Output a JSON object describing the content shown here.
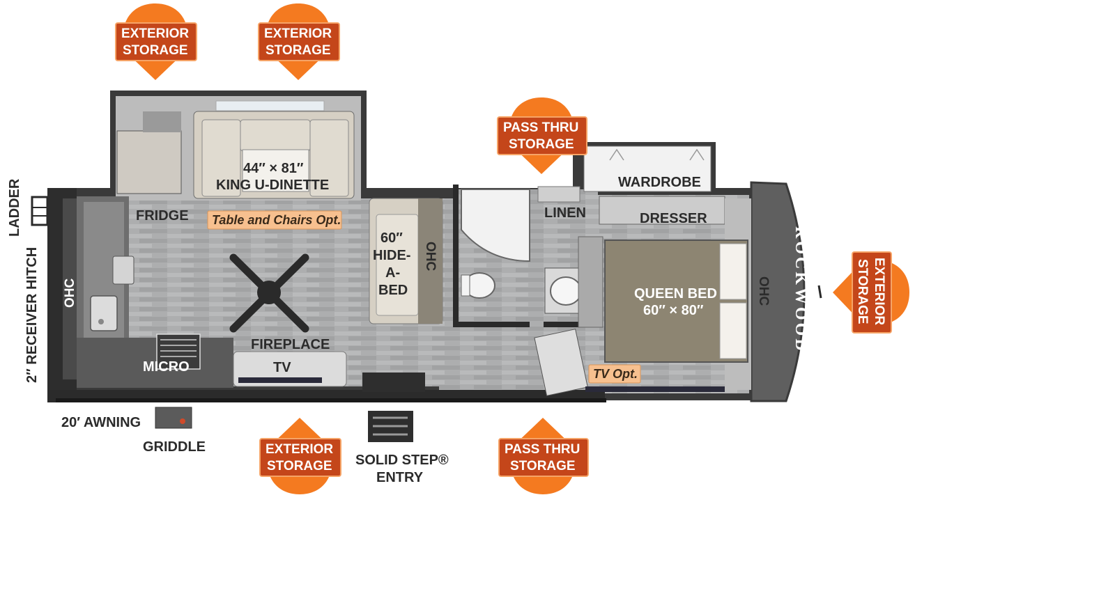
{
  "colors": {
    "pin_fill": "#f47a20",
    "pin_label_bg": "#c4461a",
    "pin_label_border": "#f6a467",
    "floor": "#a9aaab",
    "wall": "#2f2f2f",
    "cabinet": "#6c6c6c",
    "sofa": "#d6d0c4",
    "bed": "#8d8572",
    "front_cap": "#5f5f5f",
    "option_tag": "#f7c08f"
  },
  "exterior_labels": {
    "ladder": "LADDER",
    "receiver_hitch": "2″ RECEIVER HITCH",
    "awning": "20′ AWNING",
    "griddle": "GRIDDLE",
    "solid_step_line1": "SOLID STEP®",
    "solid_step_line2": "ENTRY"
  },
  "storage_pins": [
    {
      "line1": "EXTERIOR",
      "line2": "STORAGE"
    },
    {
      "line1": "EXTERIOR",
      "line2": "STORAGE"
    },
    {
      "line1": "PASS THRU",
      "line2": "STORAGE"
    },
    {
      "line1": "EXTERIOR",
      "line2": "STORAGE"
    },
    {
      "line1": "PASS THRU",
      "line2": "STORAGE"
    },
    {
      "line1": "EXTERIOR",
      "line2": "STORAGE"
    }
  ],
  "rooms": {
    "dinette_size": "44″ × 81″",
    "dinette_name": "KING U-DINETTE",
    "table_option": "Table and Chairs Opt.",
    "fridge": "FRIDGE",
    "ohc": "OHC",
    "micro": "MICRO",
    "fireplace": "FIREPLACE",
    "tv": "TV",
    "hide_a_bed": [
      "60″",
      "HIDE-",
      "A-",
      "BED"
    ],
    "linen": "LINEN",
    "wardrobe": "WARDROBE",
    "dresser": "DRESSER",
    "bed_name": "QUEEN BED",
    "bed_size": "60″ × 80″",
    "tv_option": "TV Opt."
  },
  "brand": "ROCKWOOD"
}
